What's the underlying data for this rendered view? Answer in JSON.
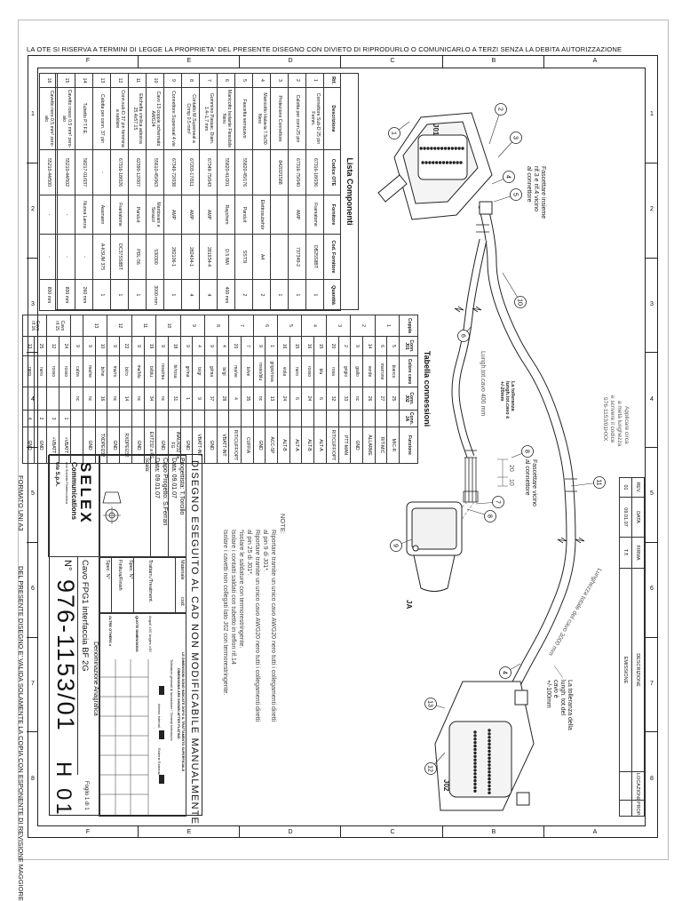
{
  "sheet": {
    "top_notice": "LA OTE SI RISERVA A TERMINI DI LEGGE LA PROPRIETA' DEL PRESENTE DISEGNO CON DIVIETO DI RIPRODURLO O COMUNICARLO A TERZI SENZA LA DEBITA AUTORIZZAZIONE",
    "format": "FORMATO UNI A3",
    "validity_notice": "DEL PRESENTE DISEGNO E' VALIDA SOLAMENTE LA COPIA CON ESPONENTE DI REVISIONE MAGGIORE",
    "zone_letters": [
      "A",
      "B",
      "C",
      "D",
      "E",
      "F"
    ],
    "zone_numbers": [
      "1",
      "2",
      "3",
      "4",
      "5",
      "6",
      "7",
      "8"
    ]
  },
  "components": {
    "title": "Lista Componenti",
    "headers": [
      "Rif.",
      "Descrizione",
      "Codice OTE",
      "Fornitore",
      "Cod. Fornitore",
      "Quantità"
    ],
    "rows": [
      [
        "1",
        "Connettore Sub-D 25 pin Femm.",
        "67316-18/036",
        "Framatome",
        "DB25S8BT",
        "1"
      ],
      [
        "2",
        "Calotta per conn.25 pin",
        "67316-75/040",
        "AMP",
        "737349-2",
        "1"
      ],
      [
        "3",
        "Protezione Connettore",
        "84202/1588",
        "",
        "",
        "1"
      ],
      [
        "4",
        "Manicotto Halavia 7.5x30 Nero",
        "",
        "Elettrosubehör",
        "A4",
        "2"
      ],
      [
        "5",
        "Fascetta serracavo",
        "55820-45/176",
        "Panduit",
        "SST3I",
        "2"
      ],
      [
        "6",
        "Manicotto Isolante Flessibile Nero",
        "55820-41/201",
        "Raychem",
        "D.5 NM",
        "400 mm"
      ],
      [
        "7",
        "Gommino Passac. Diam. 1.4÷1.7 mm",
        "67349-75/043",
        "AMP",
        "281934-4",
        "4"
      ],
      [
        "8",
        "Contatto M.Superseal a Crimp 0.5 mm²",
        "67203-17/011",
        "AMP",
        "282404-1",
        "4"
      ],
      [
        "9",
        "Connettore Superseal 4 vie",
        "67349-72/038",
        "AMP",
        "282106-1",
        "1"
      ],
      [
        "10",
        "Cavo 13 coppie schermato AWG24",
        "55610-45/063",
        "Mantovani e Serazzi",
        "530300",
        "3000 mm"
      ],
      [
        "11",
        "Etichetta vinilica adesiva 25.4x57.15",
        "62390-12/007",
        "Panduit",
        "PDL-56",
        "1"
      ],
      [
        "12",
        "Conn.sub-D 37 pin femmina a saldare",
        "67316-18/026",
        "Framatome",
        "DC37SS8BT",
        "1"
      ],
      [
        "13",
        "Calotta per conn. 37 pin",
        "-",
        "Assmann",
        "A-KSUM 375",
        "1"
      ],
      [
        "14",
        "Tubetto P.T.F.E.",
        "58217-01/037",
        "Nuova Lanza",
        "-",
        "260 mm"
      ],
      [
        "15",
        "Cavetto rosso 0.5 mm² zero-alo",
        "55210-44/502",
        "-",
        "-",
        "800 mm"
      ],
      [
        "16",
        "Cavetto nero 0.5 mm² zero-alo",
        "55210-44/500",
        "-",
        "-",
        "800 mm"
      ]
    ]
  },
  "connections": {
    "title": "Tabella connessioni",
    "headers": [
      "Coppia",
      "Conn. J01",
      "Colore cavo",
      "Conn. J02",
      "Conn. JA",
      "Funzione"
    ],
    "rows": [
      {
        "pair": "1",
        "j01": "5",
        "color": "bianco",
        "j02": "25",
        "ja": "",
        "func": "MIC-R"
      },
      {
        "pair": "1",
        "j01": "6",
        "color": "marrone",
        "j02": "27",
        "ja": "",
        "func": "RIT-MIC"
      },
      {
        "pair": "2",
        "j01": "14",
        "color": "verde",
        "j02": "26",
        "ja": "",
        "func": "ALLARME"
      },
      {
        "pair": "2",
        "j01": "9",
        "color": "giallo",
        "j02": "nc",
        "ja": "",
        "func": "GND"
      },
      {
        "pair": "3",
        "j01": "2",
        "color": "grigio",
        "j02": "33",
        "ja": "",
        "func": "PTT-MAN"
      },
      {
        "pair": "3",
        "j01": "20",
        "color": "rosa",
        "j02": "32",
        "ja": "",
        "func": "RIT/CUFF/OPT"
      },
      {
        "pair": "4",
        "j01": "15",
        "color": "blu",
        "j02": "6",
        "ja": "",
        "func": "ALT-A"
      },
      {
        "pair": "4",
        "j01": "16",
        "color": "rosso",
        "j02": "24",
        "ja": "",
        "func": "ALT-B"
      },
      {
        "pair": "5",
        "j01": "15",
        "color": "nero",
        "j02": "6",
        "ja": "",
        "func": "ALT-A"
      },
      {
        "pair": "5",
        "j01": "16",
        "color": "viola",
        "j02": "24",
        "ja": "",
        "func": "ALT-B"
      },
      {
        "pair": "6",
        "j01": "1",
        "color": "grigio/rosa",
        "j02": "13",
        "ja": "",
        "func": "ACC-SP"
      },
      {
        "pair": "6",
        "j01": "9",
        "color": "rosso/blu",
        "j02": "nc",
        "ja": "",
        "func": "GND"
      },
      {
        "pair": "7",
        "j01": "7",
        "color": "bi/ve",
        "j02": "35",
        "ja": "",
        "func": "CUFFIA"
      },
      {
        "pair": "7",
        "j01": "20",
        "color": "ma/ve",
        "j02": "4",
        "ja": "",
        "func": "RIT/CUFF/OPT"
      },
      {
        "pair": "8",
        "j01": "4",
        "color": "bi/gi",
        "j02": "28",
        "ja": "",
        "func": "VBATT-INT"
      },
      {
        "pair": "8",
        "j01": "9",
        "color": "gi/ma",
        "j02": "37",
        "ja": "",
        "func": "GND"
      },
      {
        "pair": "9",
        "j01": "4",
        "color": "bi/gr",
        "j02": "9",
        "ja": "",
        "func": "VBATT-INT"
      },
      {
        "pair": "9",
        "j01": "9",
        "color": "gr/ma",
        "j02": "1",
        "ja": "",
        "func": "GND"
      },
      {
        "pair": "10",
        "j01": "18",
        "color": "bi/rosa",
        "j02": "31",
        "ja": "",
        "func": "INAUX232 da FG"
      },
      {
        "pair": "10",
        "j01": "9",
        "color": "rosa/ma",
        "j02": "nc",
        "ja": "",
        "func": "GND"
      },
      {
        "pair": "11",
        "j01": "19",
        "color": "bi/blu",
        "j02": "34",
        "ja": "",
        "func": "EXT232 a FG"
      },
      {
        "pair": "11",
        "j01": "9",
        "color": "ma/blu",
        "j02": "nc",
        "ja": "",
        "func": "GND"
      },
      {
        "pair": "12",
        "j01": "22",
        "color": "bi/ro",
        "j02": "14",
        "ja": "",
        "func": "RXDPEI232"
      },
      {
        "pair": "12",
        "j01": "9",
        "color": "ma/ro",
        "j02": "nc",
        "ja": "",
        "func": "GND"
      },
      {
        "pair": "13",
        "j01": "10",
        "color": "bi/ne",
        "j02": "16",
        "ja": "",
        "func": "TXDPEI232"
      },
      {
        "pair": "13",
        "j01": "9",
        "color": "ma/ne",
        "j02": "nc",
        "ja": "",
        "func": "GND"
      },
      {
        "pair": "",
        "j01": "9",
        "color": "calza",
        "j02": "nc",
        "ja": "",
        "func": ""
      },
      {
        "pair": "Cavo rif.15",
        "j01": "24",
        "color": "rosso",
        "j02": "",
        "ja": "1",
        "func": "+VBATT"
      },
      {
        "pair": "Cavo rif.15",
        "j01": "12",
        "color": "rosso",
        "j02": "",
        "ja": "3",
        "func": "+VBATT"
      },
      {
        "pair": "Cavo rif.16",
        "j01": "25",
        "color": "nero",
        "j02": "",
        "ja": "2",
        "func": "GND"
      },
      {
        "pair": "Cavo rif.16",
        "j01": "13",
        "color": "nero",
        "j02": "",
        "ja": "4",
        "func": "GND"
      }
    ]
  },
  "revision": {
    "headers": [
      "REV.",
      "DATA",
      "FIRMA",
      "DESCRIZIONE",
      "LOCAZIONE",
      "PROP.MOD"
    ],
    "row": [
      "01",
      "09.01.07",
      "T.T.",
      "EMISSIONE",
      "",
      ""
    ]
  },
  "notes": {
    "title": "NOTE:",
    "lines": [
      "Riportare tramite un unico cavo AWG20 nero tutti i collegamenti diretti",
      "al pin 9 di J01*.",
      "Riportare tramite un unico cavo AWG20 nero tutti i collegamenti diretti",
      "al pin 25 di J01*.",
      "*isolare le saldature con termorestringente.",
      "Isolare i contatti saldati con tubetto in teflon rif.14",
      "Isolare i cavetti non collegati lato J02 con termorestringente."
    ]
  },
  "title_block": {
    "cad_notice": "DISEGNO ESEGUITO AL CAD NON MODIFICABILE MANUALMENTE",
    "designer": "Progettista: T.Torcillo",
    "designer_date": "Data: 09.01.07",
    "project_lead": "Capo Progetto: S.Ferrari",
    "project_lead_date": "Data: 09.01.07",
    "scale": "Scala:",
    "material": "Materiale",
    "material_code": "cod:",
    "treatment": "Trattam./Treatment.",
    "spec1": "Spec. N°",
    "finish": "Finitura/Finish",
    "spec2": "Spec. N°",
    "tol_note1": "LE DIMENSIONI SONO INDICATE DOPO IL TRATTAMENTO SUPERFICIALE",
    "tol_note2": "DIMENSIONS ARE SHOWN AFTER PLATING",
    "tol_title": "Tolleranze generali di lavorazione / General tolerances",
    "tol_angles": "Angoli ±30' Angles ±30'",
    "tol_dims": "QUOTE DIMENSIONS",
    "tol_others": "ALTRE OTHERS ±",
    "tol_internal": "Interne Internal",
    "tol_external": "Esterne External",
    "denomination_label": "Denominazione Anagrafica",
    "denomination": "Cavo FPG1 interfaccia BF 2G",
    "number_prefix": "N°",
    "number": "976-1153/01",
    "revision": "H 01",
    "sheet": "Foglio 1 di 1",
    "logo_text": "SELEX",
    "logo_sub": "Communications",
    "logo_caption": "una Società Finmeccanica",
    "company": "ote S.p.A."
  },
  "drawing": {
    "j01_label": "J01",
    "j02_label": "J02",
    "ja_label": "JA",
    "balloons": [
      "1",
      "2",
      "3",
      "4",
      "5",
      "10",
      "6",
      "8",
      "11",
      "7",
      "8",
      "9",
      "13",
      "12",
      "4"
    ],
    "label_fascettare_insieme": [
      "Fascettare insieme",
      "rif.3 e rif.4 vicino",
      "al connettore"
    ],
    "label_lungh_400": "Lungh.tot.cavo 400 mm",
    "label_toll_20": [
      "La tolleranza",
      "lungh.tot.cavo è",
      "+/-20mm"
    ],
    "label_fascettare_vicino": [
      "Fascettare vicino",
      "al connettore"
    ],
    "dim_20": "20",
    "dim_10": "10",
    "label_applicare": [
      "Applicare circa",
      "a metà lunghezza",
      "e scrivere il codice",
      "976-1153/01HXX"
    ],
    "label_lungh_3000": "Lunghezza totale del cavo 3000 mm",
    "label_toll_100": [
      "La tolleranza della",
      "lungh. tot.del",
      "cavo è",
      "+/-100mm"
    ]
  }
}
